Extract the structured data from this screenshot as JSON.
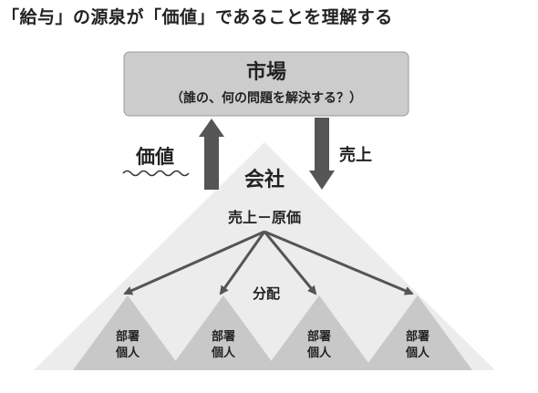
{
  "heading": "「給与」の源泉が「価値」であることを理解する",
  "market": {
    "title": "市場",
    "subtitle": "（誰の、何の問題を解決する？）"
  },
  "flows": {
    "value_label": "価値",
    "sales_label": "売上"
  },
  "company": {
    "title": "会社",
    "formula": "売上－原価",
    "distribution_label": "分配"
  },
  "units": [
    {
      "line1": "部署",
      "line2": "個人"
    },
    {
      "line1": "部署",
      "line2": "個人"
    },
    {
      "line1": "部署",
      "line2": "個人"
    },
    {
      "line1": "部署",
      "line2": "個人"
    }
  ],
  "colors": {
    "market_box": "#cccccc",
    "market_border": "#9a9a9a",
    "company_triangle": "#ececec",
    "unit_triangle": "#c8c8c8",
    "arrow": "#555555",
    "text": "#222222"
  }
}
